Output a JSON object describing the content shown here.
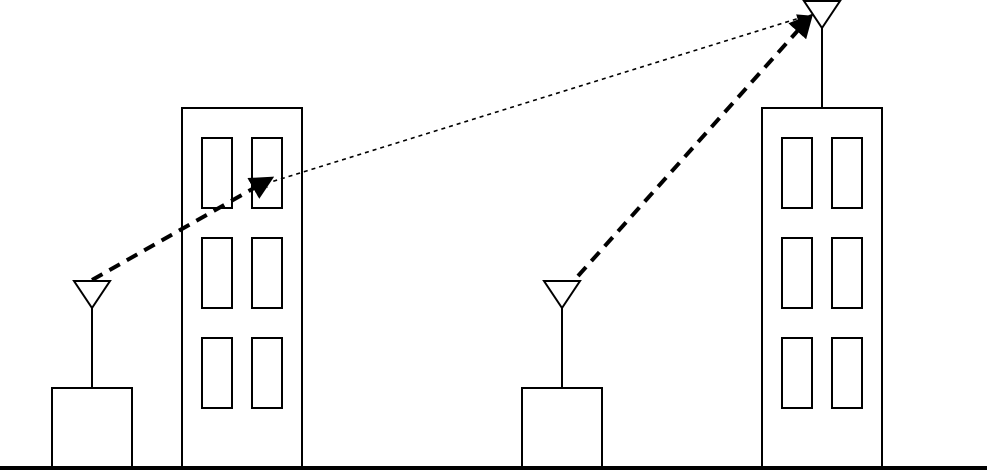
{
  "diagram": {
    "stroke_color": "#000000",
    "background_color": "#ffffff",
    "elements": [
      "ground-line",
      "building-left",
      "building-right",
      "small-box-left",
      "small-box-middle",
      "antenna-left",
      "antenna-middle",
      "antenna-right-rooftop"
    ],
    "links": [
      {
        "from": "antenna-left",
        "to": "building-left-window",
        "style": "dashed-thick",
        "arrow": "end"
      },
      {
        "from": "building-left-window",
        "to": "antenna-right-rooftop",
        "style": "dashed-thin",
        "arrow": "both"
      },
      {
        "from": "antenna-middle",
        "to": "antenna-right-rooftop",
        "style": "dashed-thick",
        "arrow": "end"
      }
    ]
  }
}
